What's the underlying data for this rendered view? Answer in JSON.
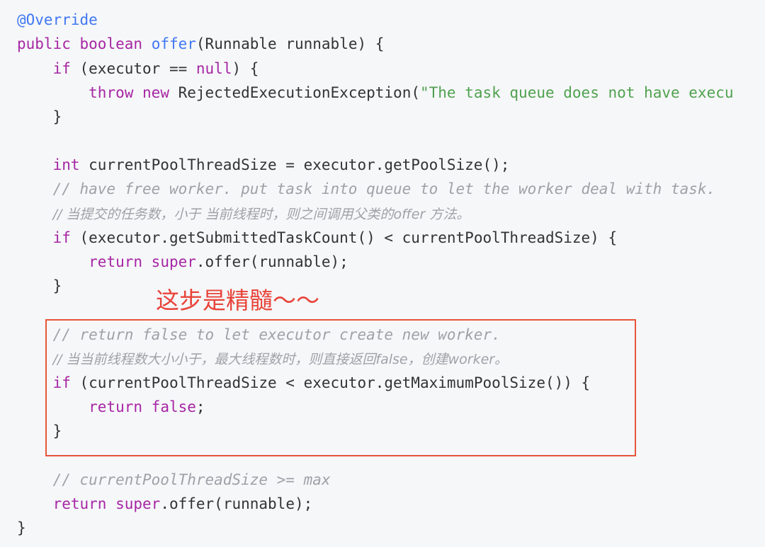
{
  "code": {
    "annotation": "@Override",
    "sig_public": "public",
    "sig_boolean": "boolean",
    "sig_offer": "offer",
    "sig_params": "(Runnable runnable) {",
    "if_kw": "if",
    "if1_cond_a": " (executor == ",
    "null_kw": "null",
    "if1_cond_b": ") {",
    "throw_kw": "throw",
    "new_kw": "new",
    "exception_call": " RejectedExecutionException(",
    "exception_msg": "\"The task queue does not have execu",
    "close_brace": "}",
    "int_kw": "int",
    "pool_size_decl": " currentPoolThreadSize = executor.getPoolSize();",
    "comment_free_worker": "// have free worker. put task into queue to let the worker deal with task.",
    "comment_cn_1": "// 当提交的任务数，小于 当前线程时，则之间调用父类的offer 方法。",
    "if2_cond": " (executor.getSubmittedTaskCount() < currentPoolThreadSize) {",
    "return_kw": "return",
    "super_kw": "super",
    "super_offer_call": ".offer(runnable);",
    "comment_return_false": "// return false to let executor create new worker.",
    "comment_cn_2": "// 当当前线程数大小小于，最大线程数时，则直接返回false，创建worker。",
    "if3_cond": " (currentPoolThreadSize < executor.getMaximumPoolSize()) {",
    "false_kw": "false",
    "semicolon": ";",
    "comment_max": "// currentPoolThreadSize >= max"
  },
  "annotation_note": "这步是精髓～～",
  "colors": {
    "background": "#f6f7f9",
    "keyword": "#a626a4",
    "function": "#4078f2",
    "string": "#50a14f",
    "comment": "#a0a1a7",
    "highlight": "#e8443a"
  }
}
